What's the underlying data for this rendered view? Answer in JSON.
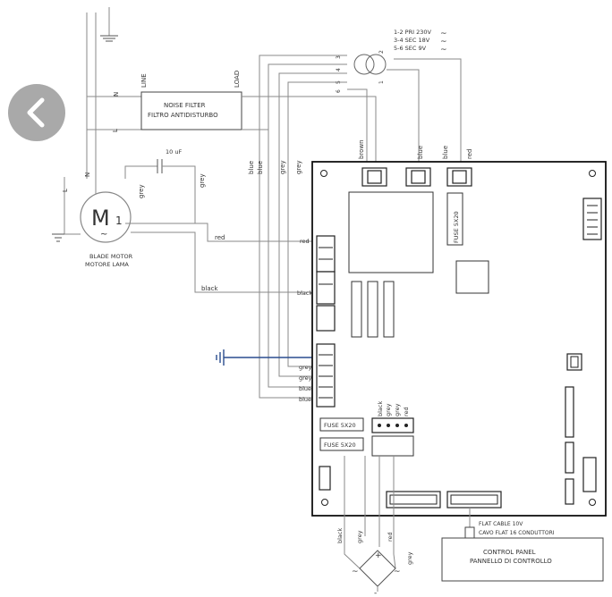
{
  "transformer": {
    "lines": [
      "1-2 PRI 230V",
      "3-4 SEC 18V",
      "5-6 SEC 9V"
    ],
    "pins_top": [
      "3",
      "4",
      "5",
      "6"
    ],
    "pin_1": "1",
    "pin_2": "2"
  },
  "noise_filter": {
    "line_label": "LINE",
    "load_label": "LOAD",
    "name_en": "NOISE FILTER",
    "name_it": "FILTRO ANTIDISTURBO",
    "line_n": "N",
    "line_l": "L"
  },
  "motor": {
    "symbol": "M",
    "index": "1",
    "name_en": "BLADE MOTOR",
    "name_it": "MOTORE LAMA",
    "capacitor_label": "10 uF"
  },
  "left_lines": {
    "ground_n": "N",
    "l": "L"
  },
  "wire_colors": {
    "grey": "grey",
    "blue": "blue",
    "brown": "brown",
    "red": "red",
    "black": "black"
  },
  "board": {
    "fuse_main": "FUSE 5X20",
    "fuse_a": "FUSE 5X20",
    "fuse_b": "FUSE 5X20",
    "connector_pins": [
      "black",
      "grey",
      "grey",
      "red"
    ],
    "left_inputs": [
      "red",
      "black",
      "grey",
      "grey",
      "blue",
      "blue"
    ]
  },
  "bottom": {
    "wires": [
      "black",
      "grey",
      "red",
      "grey"
    ],
    "plus": "+",
    "minus": "-",
    "flat_cable": "FLAT CABLE 10V",
    "flat_cable_it": "CAVO FLAT 16 CONDUTTORI",
    "control_panel": "CONTROL PANEL",
    "control_panel_it": "PANNELLO DI CONTROLLO"
  }
}
